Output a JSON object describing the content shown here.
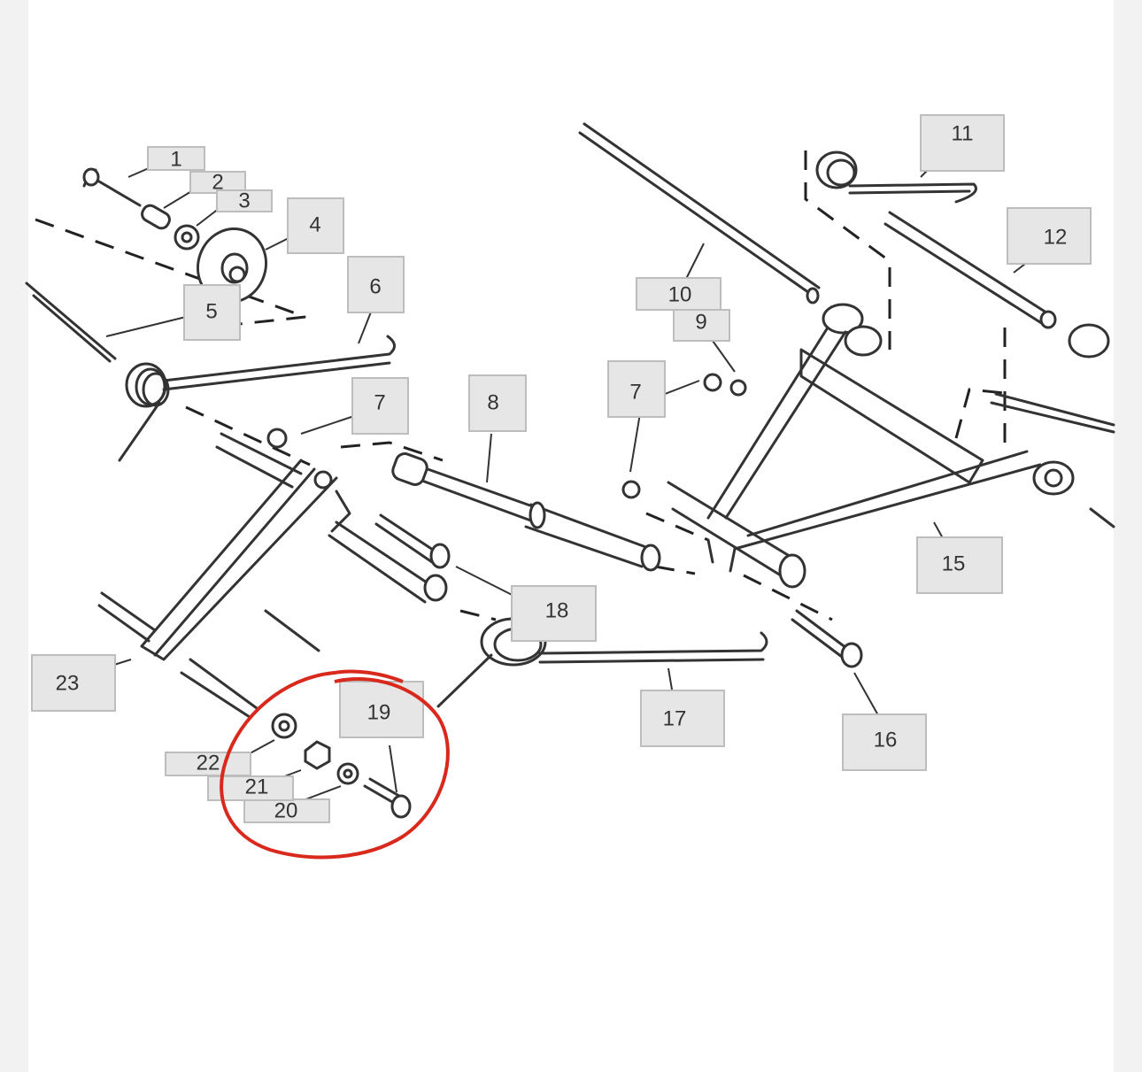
{
  "callouts": [
    {
      "id": "c1",
      "label": "1"
    },
    {
      "id": "c2",
      "label": "2"
    },
    {
      "id": "c3",
      "label": "3"
    },
    {
      "id": "c4",
      "label": "4"
    },
    {
      "id": "c5",
      "label": "5"
    },
    {
      "id": "c6",
      "label": "6"
    },
    {
      "id": "c7a",
      "label": "7"
    },
    {
      "id": "c7b",
      "label": "7"
    },
    {
      "id": "c8",
      "label": "8"
    },
    {
      "id": "c9",
      "label": "9"
    },
    {
      "id": "c10",
      "label": "10"
    },
    {
      "id": "c11",
      "label": "11"
    },
    {
      "id": "c12",
      "label": "12"
    },
    {
      "id": "c15",
      "label": "15"
    },
    {
      "id": "c16",
      "label": "16"
    },
    {
      "id": "c17",
      "label": "17"
    },
    {
      "id": "c18",
      "label": "18"
    },
    {
      "id": "c19",
      "label": "19"
    },
    {
      "id": "c20",
      "label": "20"
    },
    {
      "id": "c21",
      "label": "21"
    },
    {
      "id": "c22",
      "label": "22"
    },
    {
      "id": "c23",
      "label": "23"
    }
  ],
  "highlight": {
    "color": "#d9291c",
    "circled_parts": [
      "19",
      "20",
      "21",
      "22"
    ]
  },
  "colors": {
    "background": "#ffffff",
    "side_margin": "#f2f2f2",
    "callout_fill": "#e6e6e6",
    "line": "#333333"
  }
}
